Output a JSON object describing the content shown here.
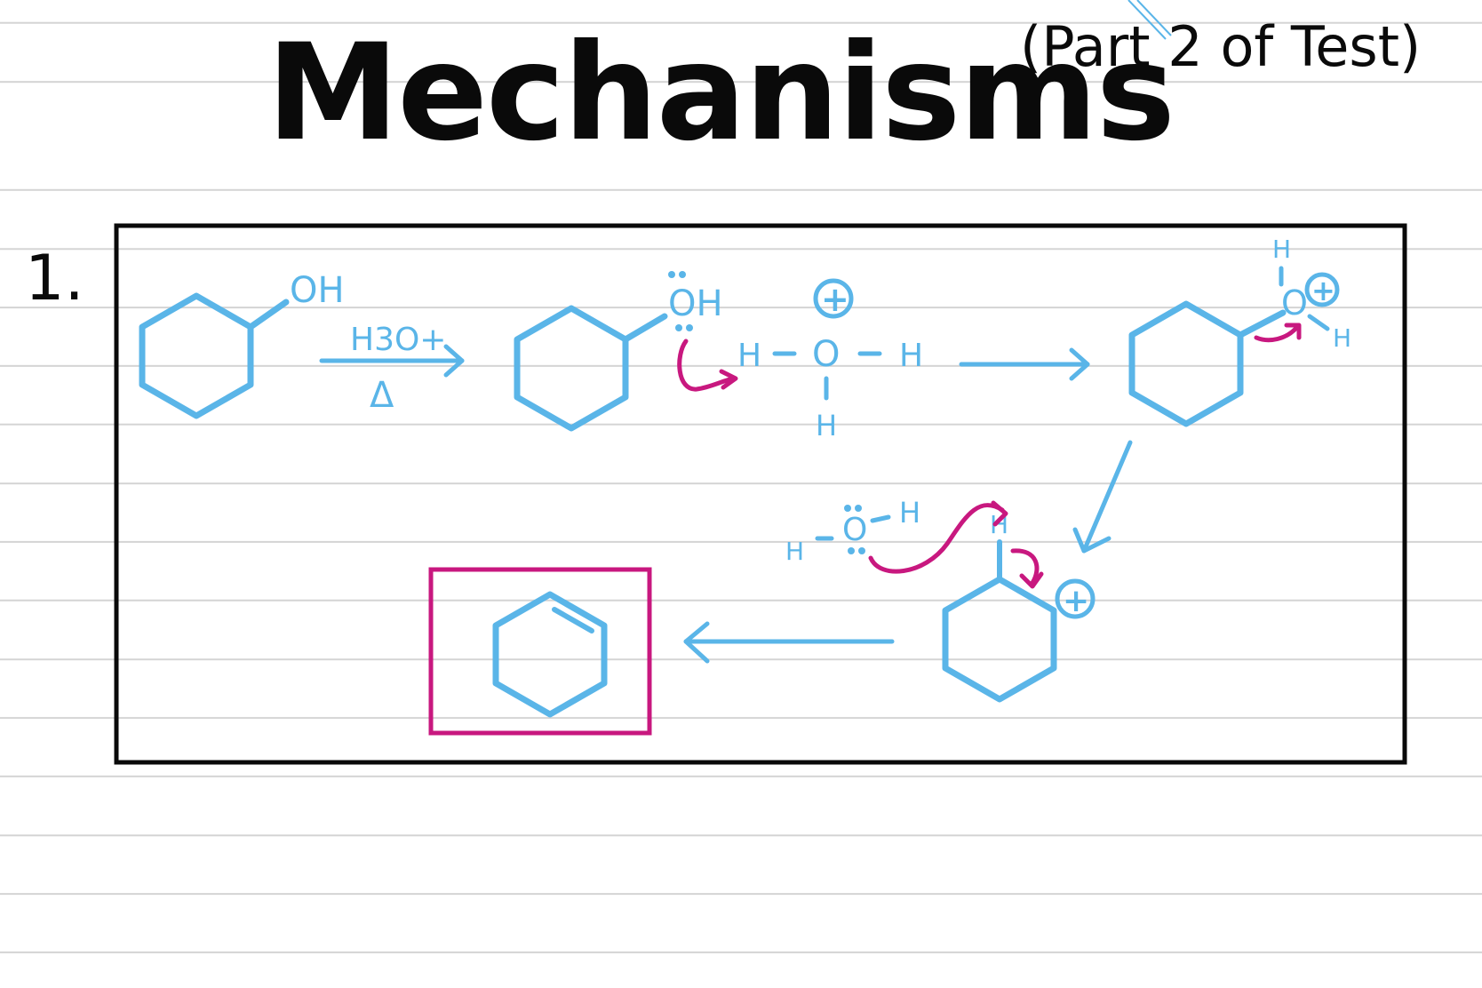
{
  "title": "Mechanisms",
  "subtitle": "(Part 2 of Test)",
  "question_number": "1.",
  "colors": {
    "ink": "#0a0a0a",
    "structure_blue": "#5ab5e8",
    "arrow_magenta": "#c8187f",
    "ruled_line": "#d4d4d4"
  },
  "labels": {
    "oh": "OH",
    "reagent": "H3O+",
    "heat": "Δ",
    "h": "H",
    "o": "O",
    "plus": "+"
  }
}
